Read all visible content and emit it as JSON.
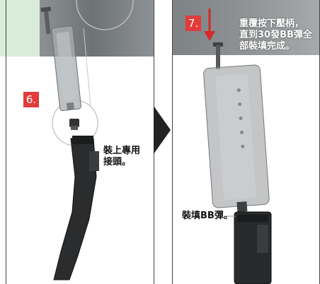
{
  "steps": {
    "step6": {
      "number": "6.",
      "caption": "裝上專用\n接頭。"
    },
    "step7": {
      "number": "7.",
      "caption": "重覆按下壓柄，\n直到30發BB彈全\n部裝填完成。"
    }
  },
  "labels": {
    "load_bb": "裝填BB彈。"
  },
  "colors": {
    "badge": "#e23b3b",
    "panel_border": "#444444",
    "arrow_red": "#d42a2a"
  }
}
